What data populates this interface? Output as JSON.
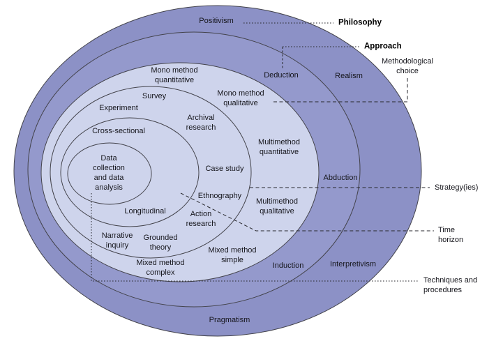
{
  "diagram_type": "research-onion",
  "colors": {
    "philosophy_ring_fill": "#8C91C6",
    "approach_ring_fill": "#9499CC",
    "inner_rings_fill": "#CED4EC",
    "ellipse_outline": "#43434b",
    "connector_line": "#26262b",
    "text": "#16161c",
    "background": "#ffffff"
  },
  "rings": {
    "philosophy": {
      "label": "Philosophy",
      "items": {
        "positivism": "Positivism",
        "realism": "Realism",
        "interpretivism": "Interpretivism",
        "pragmatism": "Pragmatism"
      }
    },
    "approach": {
      "label": "Approach",
      "items": {
        "deduction": "Deduction",
        "abduction": "Abduction",
        "induction": "Induction"
      }
    },
    "methodological_choice": {
      "label": "Methodological\nchoice",
      "items": {
        "mono_method_quantitative": "Mono method\nquantitative",
        "mono_method_qualitative": "Mono method\nqualitative",
        "multimethod_quantitative": "Multimethod\nquantitative",
        "multimethod_qualitative": "Multimethod\nqualitative",
        "mixed_method_simple": "Mixed method\nsimple",
        "mixed_method_complex": "Mixed method\ncomplex"
      }
    },
    "strategy": {
      "label": "Strategy(ies)",
      "items": {
        "experiment": "Experiment",
        "survey": "Survey",
        "archival_research": "Archival\nresearch",
        "case_study": "Case study",
        "ethnography": "Ethnography",
        "action_research": "Action\nresearch",
        "grounded_theory": "Grounded\ntheory",
        "narrative_inquiry": "Narrative\ninquiry"
      }
    },
    "time_horizon": {
      "label": "Time\nhorizon",
      "items": {
        "cross_sectional": "Cross-sectional",
        "longitudinal": "Longitudinal"
      }
    },
    "techniques": {
      "label": "Techniques and\nprocedures",
      "items": {
        "data_collection": "Data\ncollection\nand data\nanalysis"
      }
    }
  }
}
